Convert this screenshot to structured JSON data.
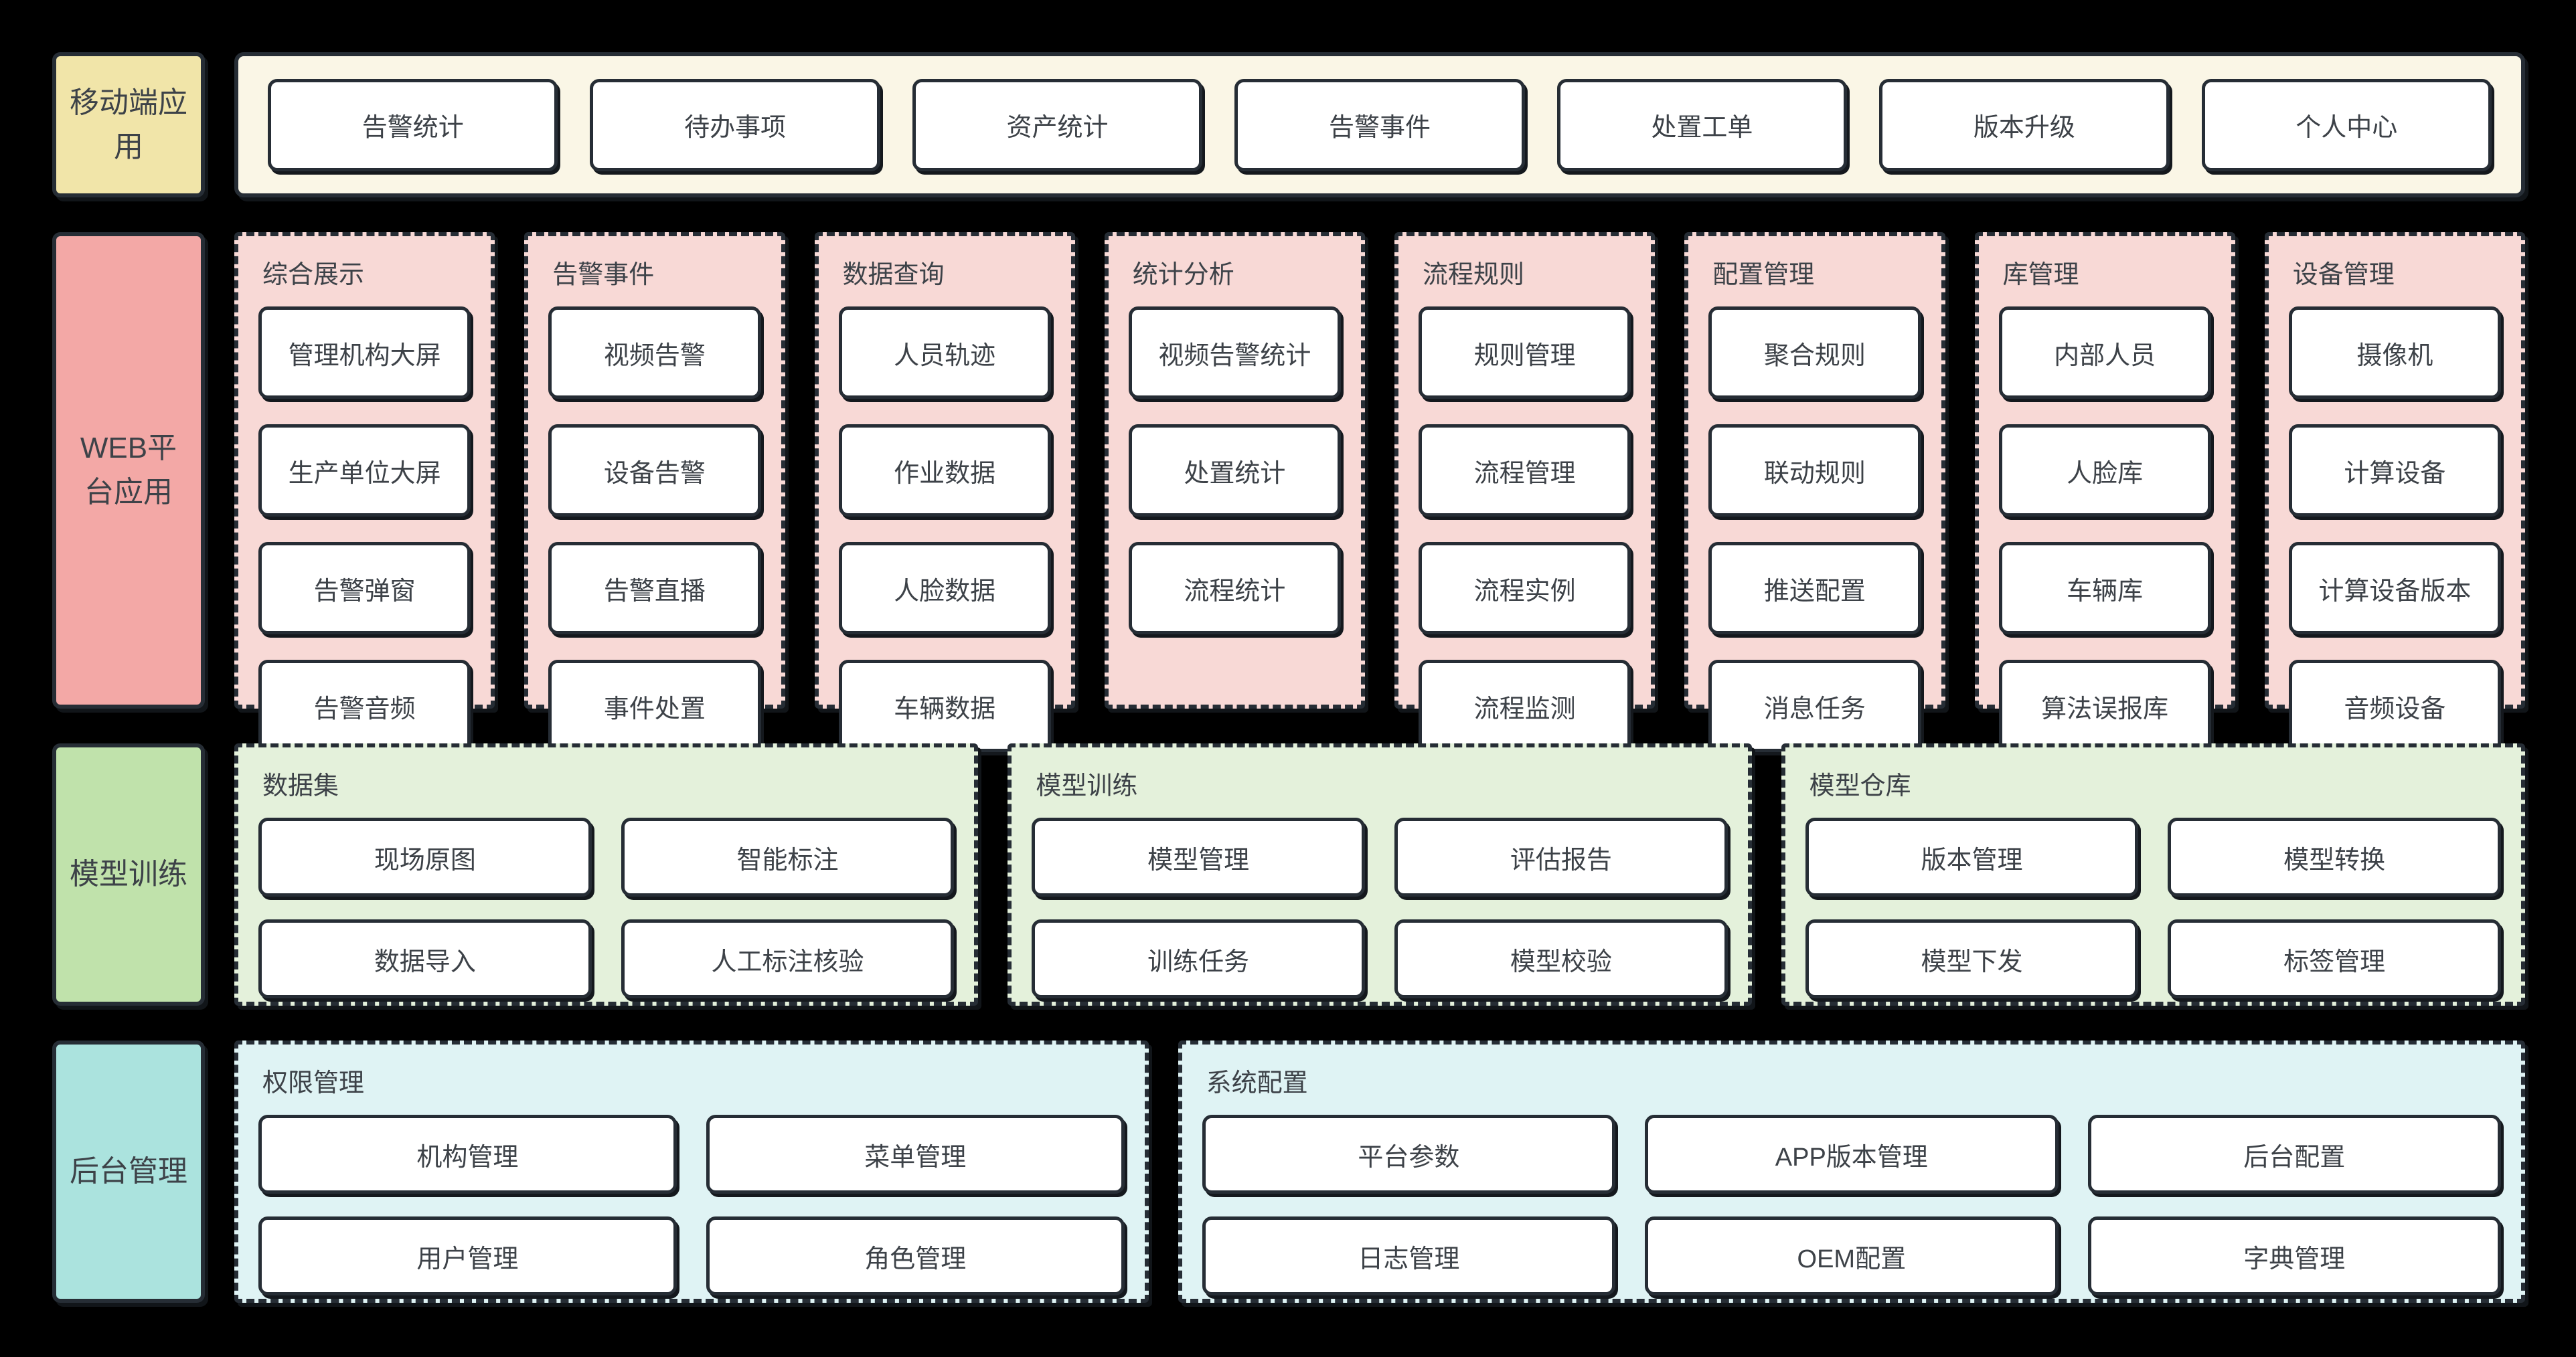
{
  "page": {
    "background": "#000000",
    "border_color": "#262d35",
    "text_color": "#3d4248",
    "box_bg": "#ffffff"
  },
  "rows": [
    {
      "id": "mobile-app",
      "label": "移动端应用",
      "label_bg": "#f1e5a9",
      "group_bg": "#faf6e6",
      "border_style": "solid",
      "groups": [
        {
          "title": "",
          "columns": 7,
          "items": [
            "告警统计",
            "待办事项",
            "资产统计",
            "告警事件",
            "处置工单",
            "版本升级",
            "个人中心"
          ]
        }
      ]
    },
    {
      "id": "web-platform",
      "label": "WEB平台应用",
      "label_bg": "#f3a8a6",
      "group_bg": "#f8d9d6",
      "border_style": "dashed",
      "groups": [
        {
          "title": "综合展示",
          "columns": 1,
          "items": [
            "管理机构大屏",
            "生产单位大屏",
            "告警弹窗",
            "告警音频"
          ]
        },
        {
          "title": "告警事件",
          "columns": 1,
          "items": [
            "视频告警",
            "设备告警",
            "告警直播",
            "事件处置"
          ]
        },
        {
          "title": "数据查询",
          "columns": 1,
          "items": [
            "人员轨迹",
            "作业数据",
            "人脸数据",
            "车辆数据"
          ]
        },
        {
          "title": "统计分析",
          "columns": 1,
          "items": [
            "视频告警统计",
            "处置统计",
            "流程统计"
          ]
        },
        {
          "title": "流程规则",
          "columns": 1,
          "items": [
            "规则管理",
            "流程管理",
            "流程实例",
            "流程监测"
          ]
        },
        {
          "title": "配置管理",
          "columns": 1,
          "items": [
            "聚合规则",
            "联动规则",
            "推送配置",
            "消息任务"
          ]
        },
        {
          "title": "库管理",
          "columns": 1,
          "items": [
            "内部人员",
            "人脸库",
            "车辆库",
            "算法误报库"
          ]
        },
        {
          "title": "设备管理",
          "columns": 1,
          "items": [
            "摄像机",
            "计算设备",
            "计算设备版本",
            "音频设备"
          ]
        }
      ]
    },
    {
      "id": "model-training",
      "label": "模型训练",
      "label_bg": "#c0e2ab",
      "group_bg": "#e4f1db",
      "border_style": "dashed",
      "groups": [
        {
          "title": "数据集",
          "columns": 2,
          "items": [
            "现场原图",
            "智能标注",
            "数据导入",
            "人工标注核验"
          ]
        },
        {
          "title": "模型训练",
          "columns": 2,
          "items": [
            "模型管理",
            "评估报告",
            "训练任务",
            "模型校验"
          ]
        },
        {
          "title": "模型仓库",
          "columns": 2,
          "items": [
            "版本管理",
            "模型转换",
            "模型下发",
            "标签管理"
          ]
        }
      ]
    },
    {
      "id": "backend-admin",
      "label": "后台管理",
      "label_bg": "#abe3de",
      "group_bg": "#dff3f4",
      "border_style": "dashed",
      "groups": [
        {
          "title": "权限管理",
          "columns": 2,
          "flex": 2,
          "items": [
            "机构管理",
            "菜单管理",
            "用户管理",
            "角色管理"
          ]
        },
        {
          "title": "系统配置",
          "columns": 3,
          "flex": 3,
          "items": [
            "平台参数",
            "APP版本管理",
            "后台配置",
            "日志管理",
            "OEM配置",
            "字典管理"
          ]
        }
      ]
    }
  ]
}
